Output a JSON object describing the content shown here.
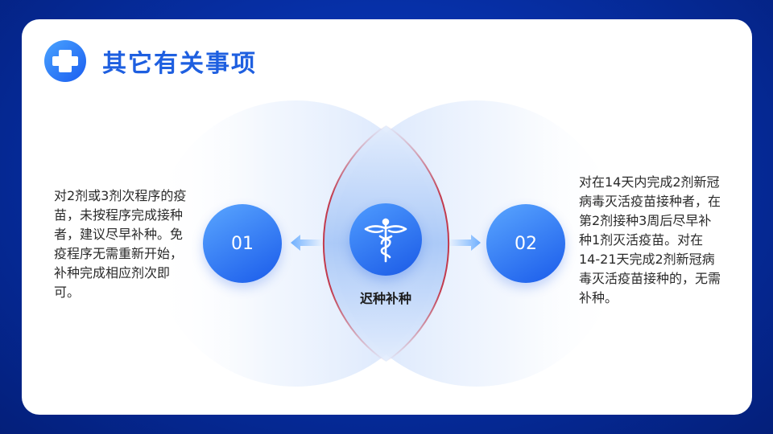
{
  "header": {
    "title": "其它有关事项",
    "logo_icon": "medical-cross-icon"
  },
  "items": [
    {
      "number": "01",
      "text": "对2剂或3剂次程序的疫苗，未按程序完成接种者，建议尽早补种。免疫程序无需重新开始，补种完成相应剂次即可。"
    },
    {
      "number": "02",
      "text": "对在14天内完成2剂新冠病毒灭活疫苗接种者，在第2剂接种3周后尽早补种1剂灭活疫苗。对在14-21天完成2剂新冠病毒灭活疫苗接种的，无需补种。"
    }
  ],
  "center": {
    "label": "迟种补种",
    "icon": "caduceus-icon"
  },
  "colors": {
    "background": "#0630a8",
    "accent": "#1e5fe0",
    "lens_border": "#c0283a"
  }
}
